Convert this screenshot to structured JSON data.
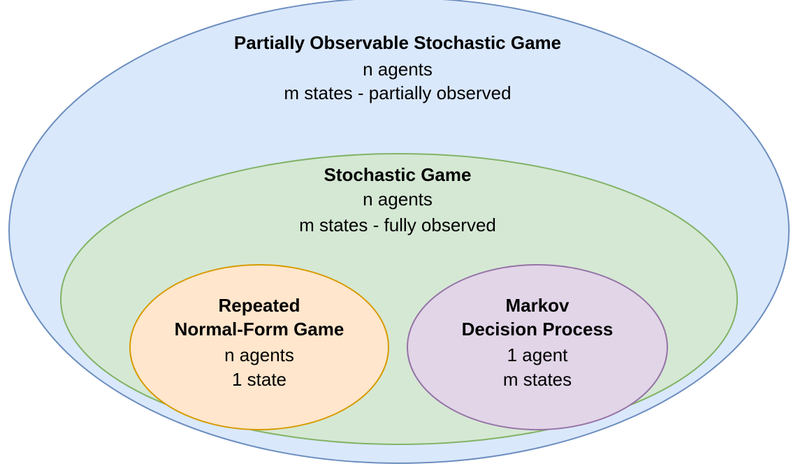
{
  "colors": {
    "pos_fill": "#dae8fc",
    "pos_stroke": "#6c8ebf",
    "sg_fill": "#d5e8d4",
    "sg_stroke": "#82b366",
    "rnfg_fill": "#ffe6cc",
    "rnfg_stroke": "#d79b00",
    "mdp_fill": "#e1d5e7",
    "mdp_stroke": "#9673a6"
  },
  "pos": {
    "title": "Partially Observable Stochastic Game",
    "line1": "n agents",
    "line2": "m states - partially observed"
  },
  "sg": {
    "title": "Stochastic Game",
    "line1": "n agents",
    "line2": "m states - fully observed"
  },
  "rnfg": {
    "title1": "Repeated",
    "title2": "Normal-Form Game",
    "line1": "n agents",
    "line2": "1 state"
  },
  "mdp": {
    "title1": "Markov",
    "title2": "Decision Process",
    "line1": "1 agent",
    "line2": "m states"
  }
}
